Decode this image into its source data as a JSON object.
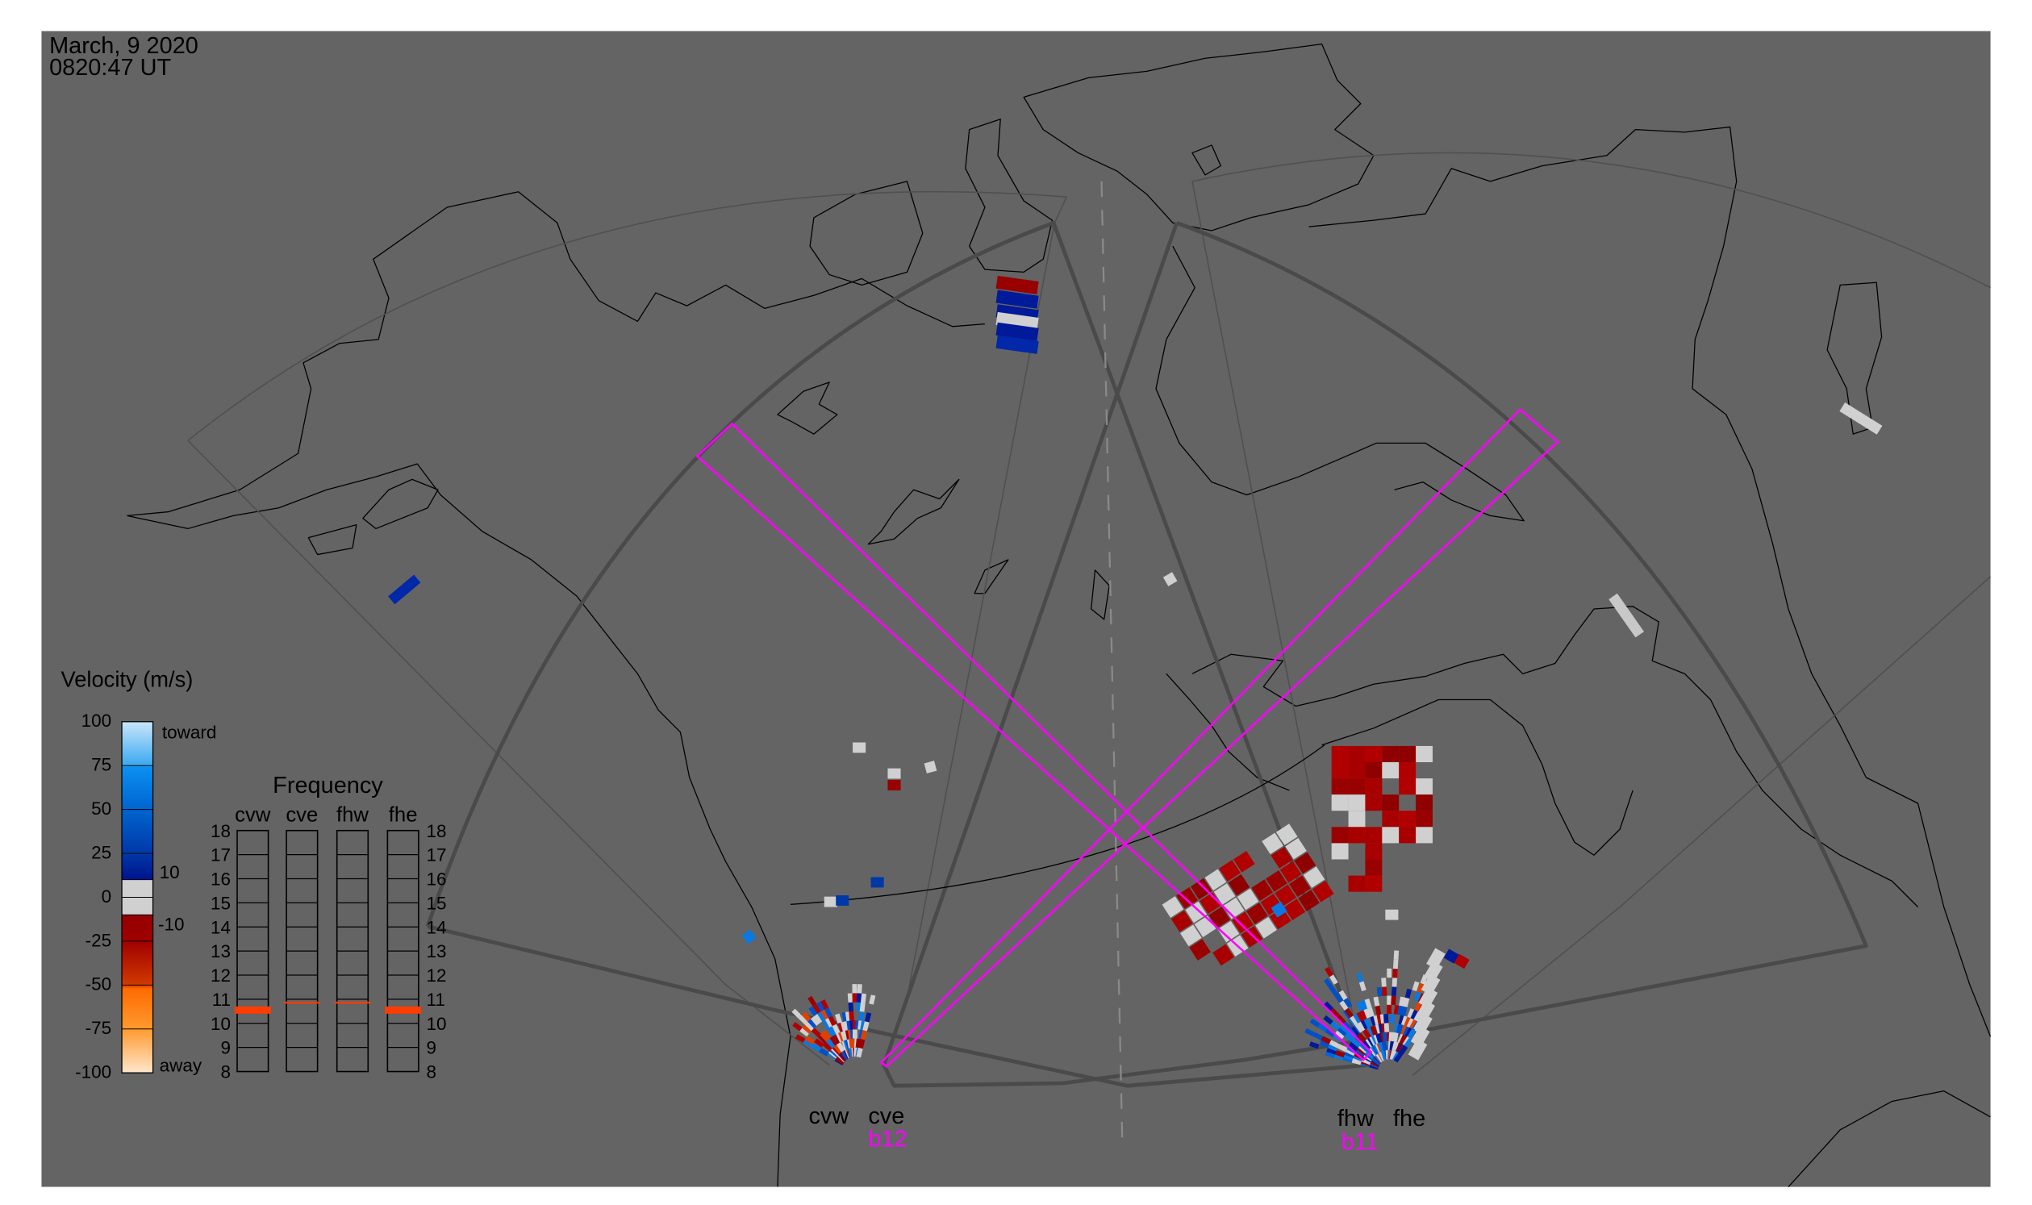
{
  "header": {
    "date": "March, 9 2020",
    "time": "0820:47 UT"
  },
  "colors": {
    "background": "#646464",
    "beam": "#ff00ff",
    "fov_outline": "#4a4a4a",
    "freq_marker": "#ff3c00"
  },
  "velocity_legend": {
    "title": "Velocity (m/s)",
    "ticks": [
      "100",
      "75",
      "50",
      "25",
      "0",
      "-25",
      "-50",
      "-75",
      "-100"
    ],
    "tick_values": [
      100,
      75,
      50,
      25,
      0,
      -25,
      -50,
      -75,
      -100
    ],
    "extra_labels": [
      "10",
      "-10"
    ],
    "toward_label": "toward",
    "away_label": "away",
    "range": [
      -100,
      100
    ]
  },
  "frequency_panel": {
    "title": "Frequency",
    "ticks": [
      "18",
      "17",
      "16",
      "15",
      "14",
      "13",
      "12",
      "11",
      "10",
      "9",
      "8"
    ],
    "range": [
      8,
      18
    ],
    "columns": [
      {
        "label": "cvw",
        "band": [
          10.4,
          10.7
        ]
      },
      {
        "label": "cve",
        "band": [
          10.85,
          10.9
        ]
      },
      {
        "label": "fhw",
        "band": [
          10.85,
          10.9
        ]
      },
      {
        "label": "fhe",
        "band": [
          10.4,
          10.7
        ]
      }
    ]
  },
  "radars": {
    "cvw": "cvw",
    "cve": "cve",
    "fhw": "fhw",
    "fhe": "fhe",
    "beam_cve": "b12",
    "beam_fhw": "b11"
  }
}
